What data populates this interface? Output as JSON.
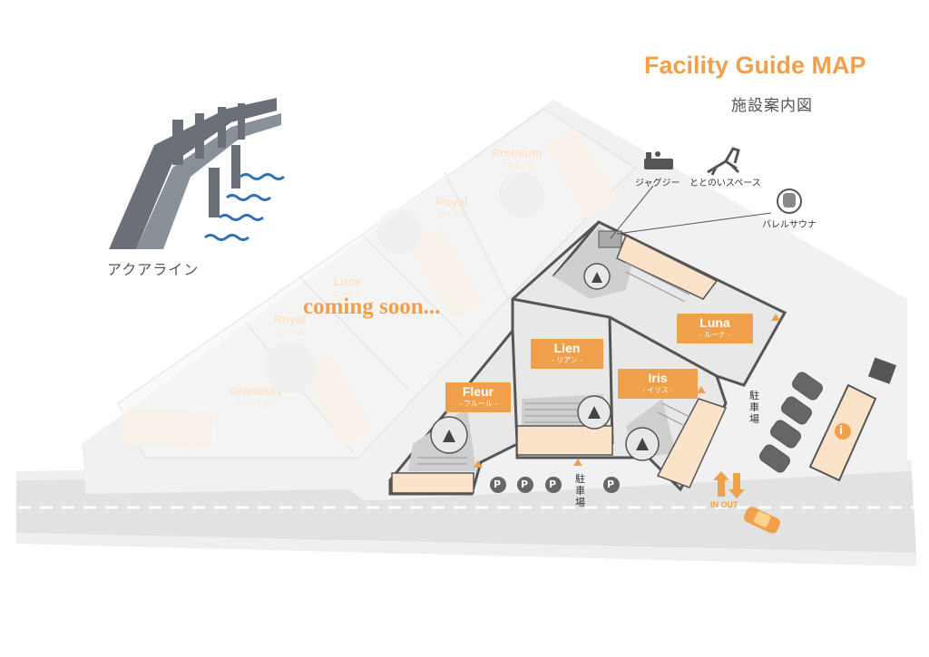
{
  "header": {
    "title": "Facility Guide MAP",
    "subtitle": "施設案内図"
  },
  "landmarks": {
    "bridge": "アクアライン",
    "coming_soon": "coming soon..."
  },
  "amenities": {
    "jacuzzi": "ジャグジー",
    "rest_space": "ととのいスペース",
    "barrel_sauna": "バレルサウナ"
  },
  "villas": {
    "fleur": {
      "name": "Fleur",
      "kana": "- フルール -"
    },
    "lien": {
      "name": "Lien",
      "kana": "- リアン -"
    },
    "iris": {
      "name": "Iris",
      "kana": "- イリス -"
    },
    "luna": {
      "name": "Luna",
      "kana": "- ルーナ -"
    }
  },
  "ghost_villas": {
    "premium": {
      "name": "Premium",
      "kana": "プレミアム"
    },
    "royal1": {
      "name": "Royal",
      "kana": "ロイヤル"
    },
    "luce": {
      "name": "Luce",
      "kana": "ルーチェ"
    },
    "royal2": {
      "name": "Royal",
      "kana": "ロイヤル"
    },
    "grandsky": {
      "name": "Grandsky",
      "kana": "グランスカイ"
    }
  },
  "parking": {
    "label": "駐車場",
    "symbol": "P",
    "info_symbol": "i"
  },
  "entrance": {
    "label": "IN OUT"
  },
  "colors": {
    "accent": "#f0a04b",
    "building": "#fbe3c9",
    "outline": "#555555",
    "road": "#e2e2e2",
    "water": "#2f6fb5"
  }
}
